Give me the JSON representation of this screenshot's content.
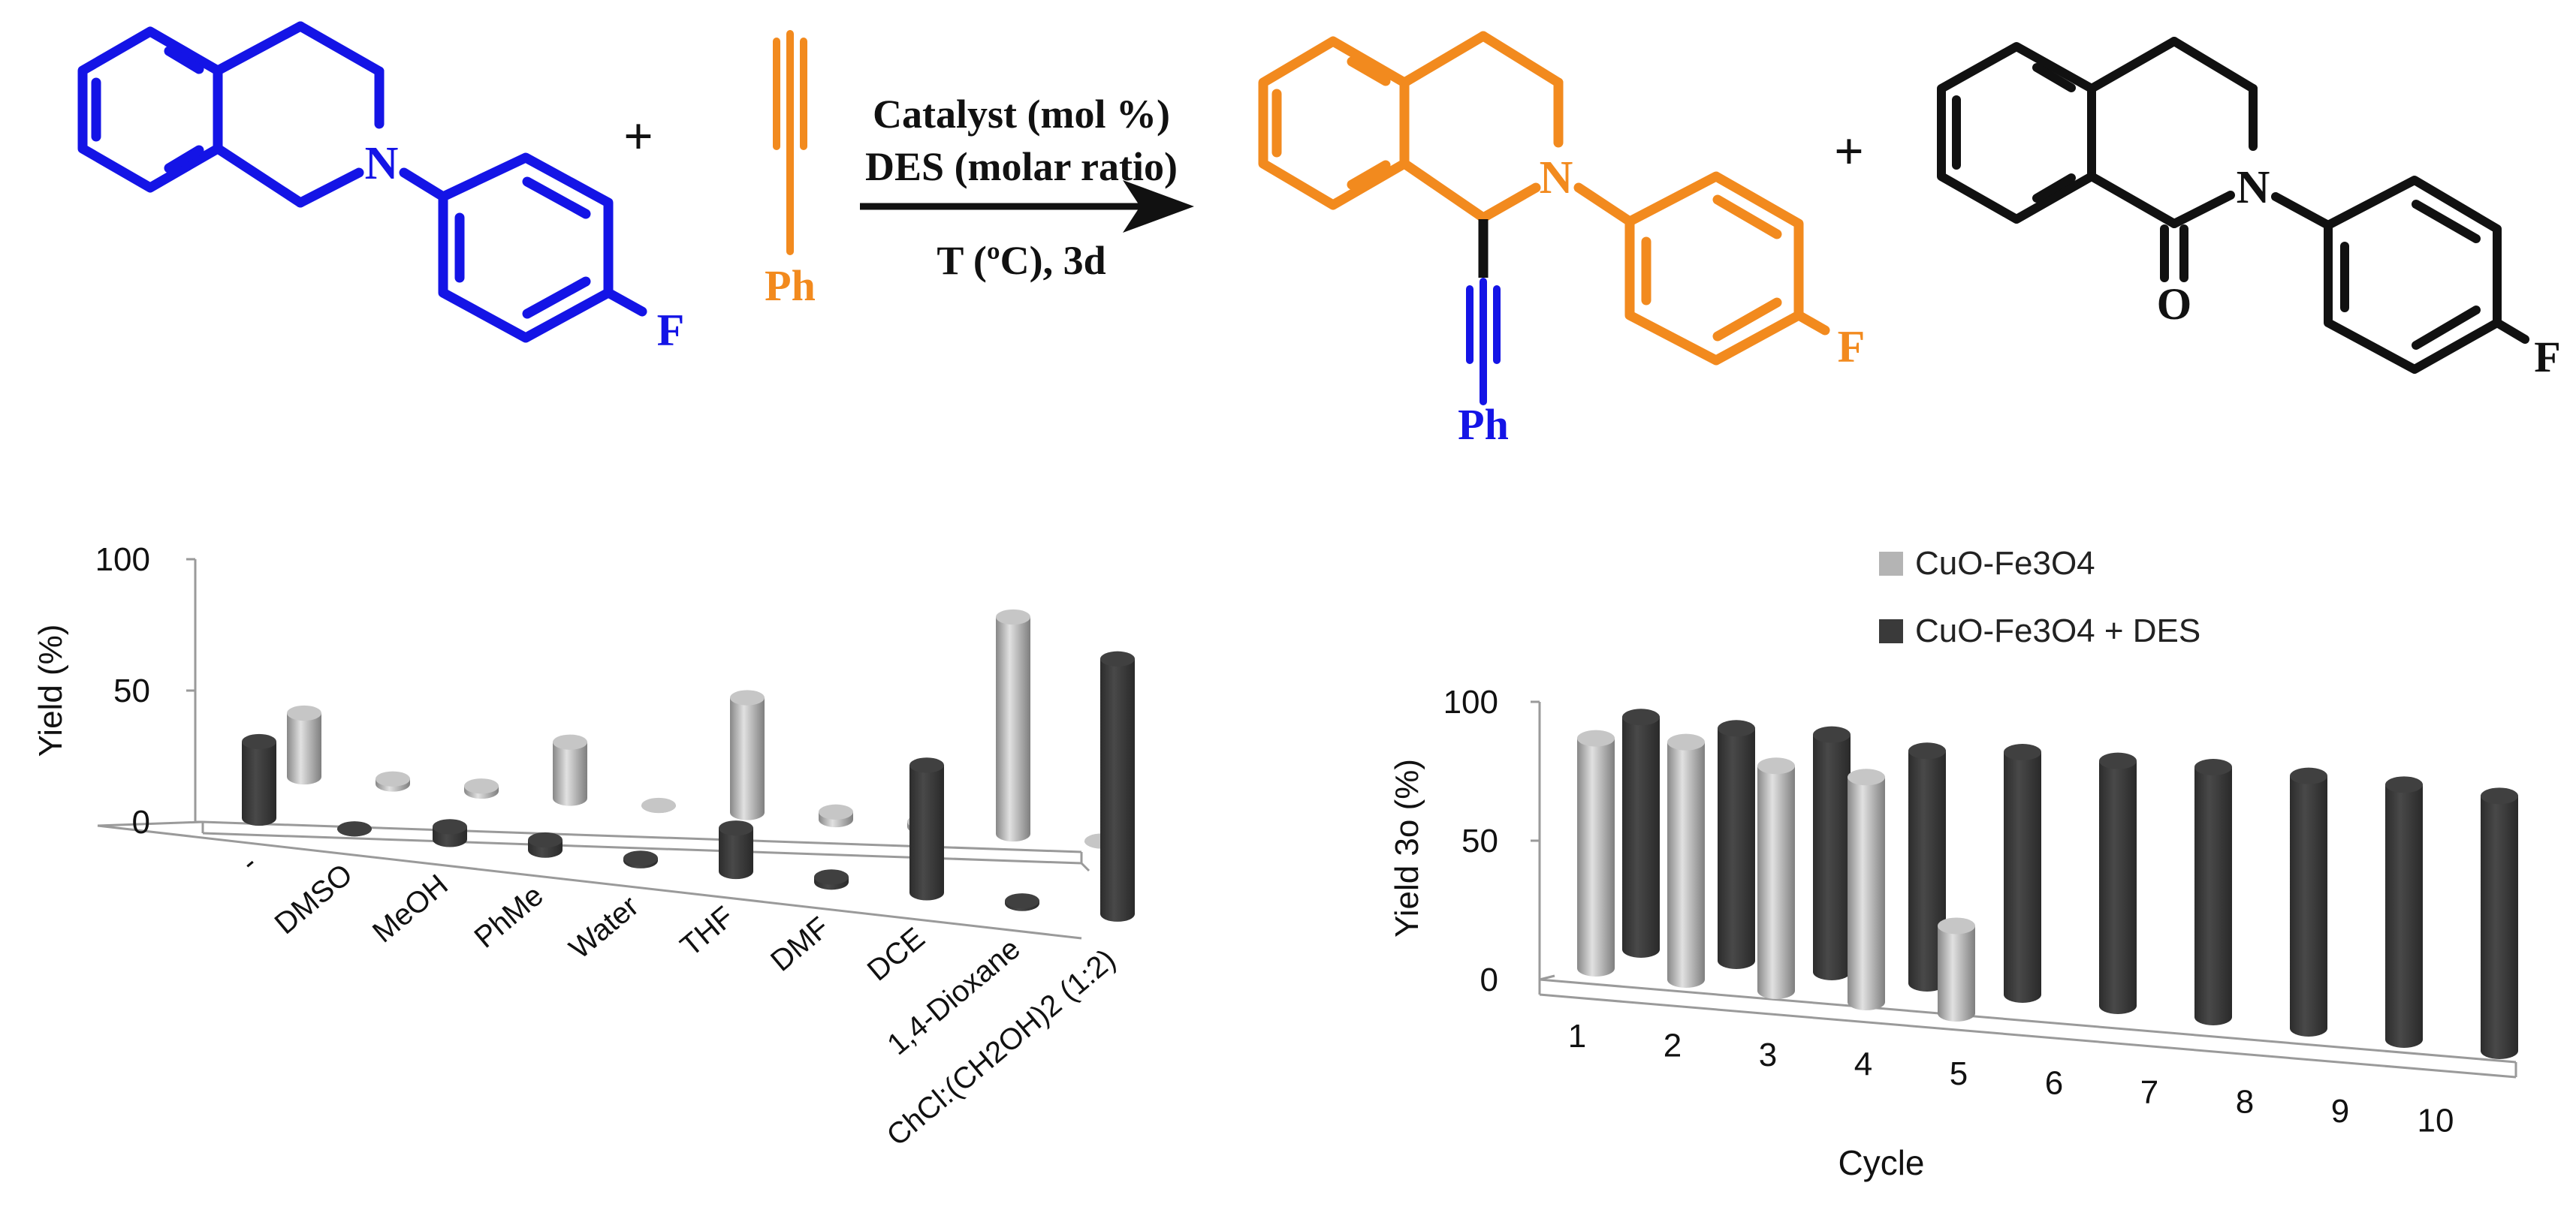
{
  "colors": {
    "reactant": "#1414e6",
    "product": "#f28a1e",
    "side_product": "#111111",
    "bar_light": "#b4b4b4",
    "bar_dark": "#3a3a3a",
    "axis": "#9a9a9a"
  },
  "scheme": {
    "reactant_atoms": {
      "n": "N",
      "f": "F"
    },
    "plus_1": "+",
    "alkyne_label": "Ph",
    "conditions": [
      "Catalyst (mol %)",
      "DES (molar ratio)",
      "T (ºC), 3d"
    ],
    "product_atoms": {
      "n": "N",
      "f": "F",
      "ph": "Ph"
    },
    "plus_2": "+",
    "side_atoms": {
      "n": "N",
      "o": "O",
      "f": "F"
    }
  },
  "chart_data": [
    {
      "type": "bar",
      "title": "",
      "xlabel": "",
      "ylabel": "Yield (%)",
      "ylim": [
        0,
        100
      ],
      "yticks": [
        0,
        50,
        100
      ],
      "categories": [
        "-",
        "DMSO",
        "MeOH",
        "PhMe",
        "Water",
        "THF",
        "DMF",
        "DCE",
        "1,4-Dioxane",
        "ChCl:(CH2OH)2 (1:2)"
      ],
      "series": [
        {
          "color": "#3a3a3a",
          "values": [
            30,
            0,
            5,
            4,
            1,
            17,
            2,
            50,
            1,
            100
          ]
        },
        {
          "color": "#b4b4b4",
          "values": [
            25,
            2,
            2,
            22,
            0,
            45,
            3,
            2,
            85,
            0
          ]
        }
      ],
      "grid": false
    },
    {
      "type": "bar",
      "title": "",
      "xlabel": "Cycle",
      "ylabel": "Yield 3o (%)",
      "ylim": [
        0,
        100
      ],
      "yticks": [
        0,
        50,
        100
      ],
      "categories": [
        "1",
        "2",
        "3",
        "4",
        "5",
        "6",
        "7",
        "8",
        "9",
        "10"
      ],
      "series": [
        {
          "name": "CuO-Fe3O4",
          "color": "#b4b4b4",
          "values": [
            92,
            95,
            90,
            90,
            35,
            0,
            0,
            0,
            0,
            0
          ]
        },
        {
          "name": "CuO-Fe3O4 + DES",
          "color": "#3a3a3a",
          "values": [
            93,
            93,
            95,
            93,
            97,
            98,
            100,
            101,
            102,
            102
          ]
        }
      ],
      "legend": "top-left",
      "grid": false
    }
  ]
}
